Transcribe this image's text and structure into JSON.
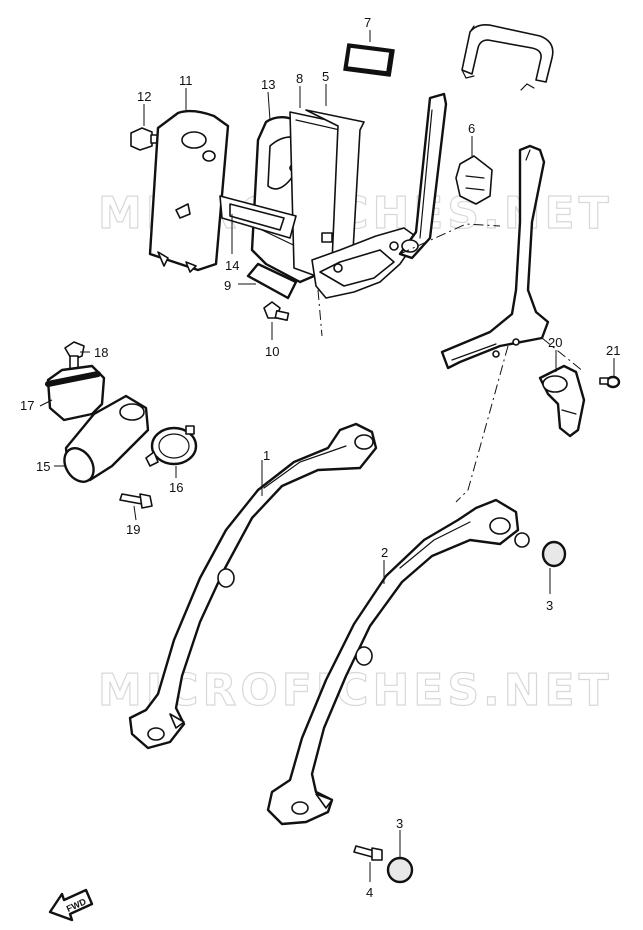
{
  "watermark": "MICROFICHES.NET",
  "fwd_label": "FWD",
  "callouts": {
    "c1": "1",
    "c2": "2",
    "c3a": "3",
    "c3b": "3",
    "c4": "4",
    "c5": "5",
    "c6": "6",
    "c7": "7",
    "c8": "8",
    "c9": "9",
    "c10": "10",
    "c11": "11",
    "c12": "12",
    "c13": "13",
    "c14": "14",
    "c15": "15",
    "c16": "16",
    "c17": "17",
    "c18": "18",
    "c19": "19",
    "c20": "20",
    "c21": "21"
  }
}
